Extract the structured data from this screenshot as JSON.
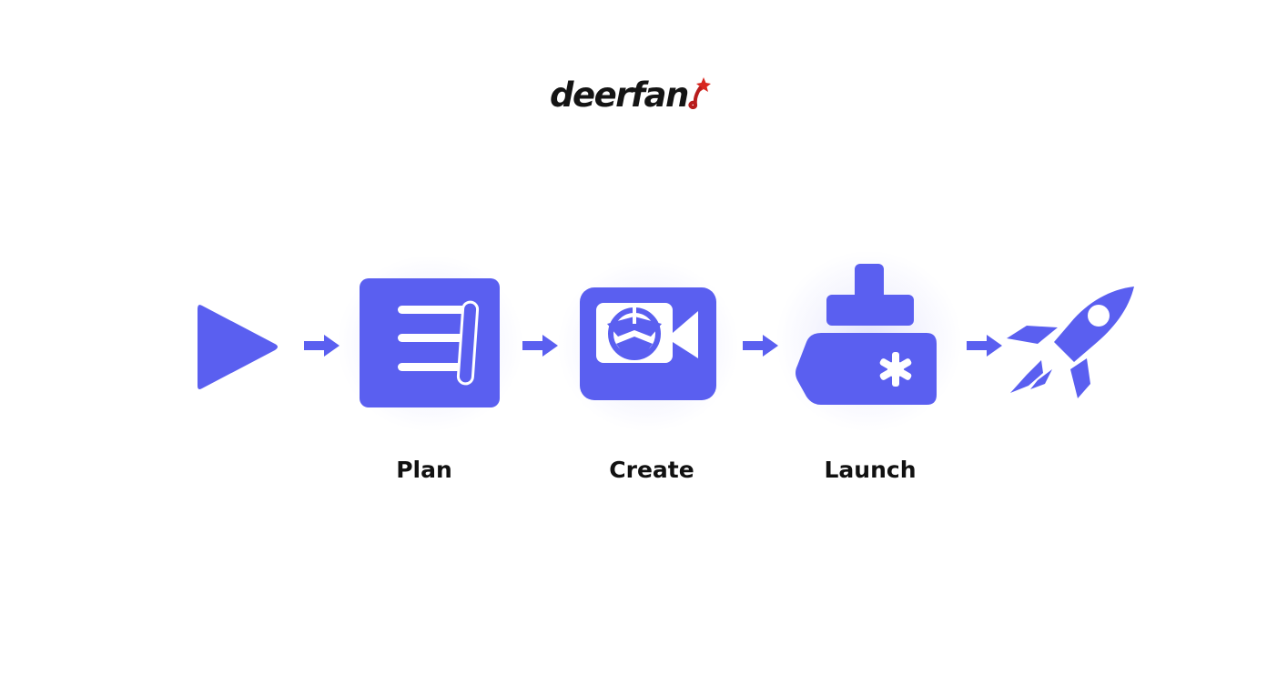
{
  "logo": {
    "text": "deerfan",
    "mark_icon": "rocket-spark-icon"
  },
  "colors": {
    "accent": "#5a5ff0",
    "logo_text": "#141414",
    "logo_mark": "#d8261f",
    "label": "#111111"
  },
  "steps": [
    {
      "label": "Plan",
      "icon": "document-list-icon"
    },
    {
      "label": "Create",
      "icon": "video-camera-icon"
    },
    {
      "label": "Launch",
      "icon": "ship-icon"
    }
  ],
  "start_icon": "play-icon",
  "end_icon": "rocket-icon",
  "connector_icon": "arrow-right-icon"
}
